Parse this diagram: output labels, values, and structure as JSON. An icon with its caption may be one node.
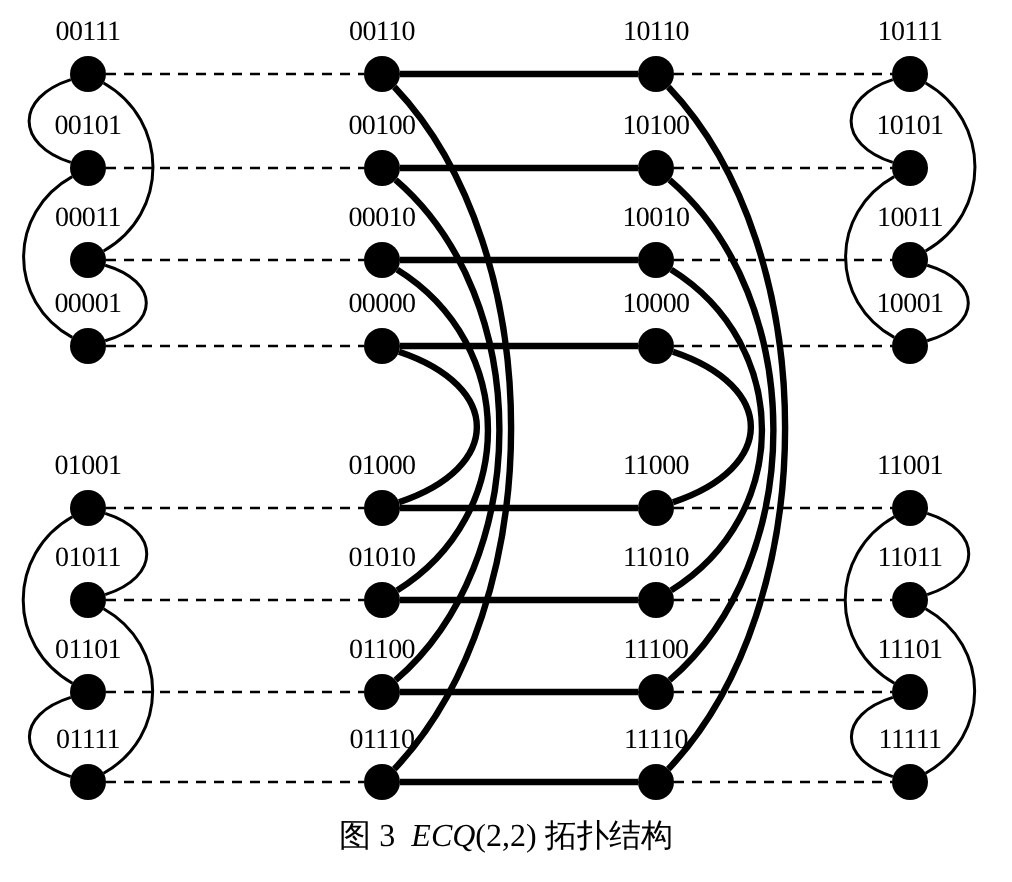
{
  "diagram": {
    "caption": "图 3  *ECQ*(2,2) 拓扑结构",
    "nodes": [
      {
        "text": [
          "00111"
        ]
      },
      {
        "text": [
          "00110"
        ]
      },
      {
        "text": [
          "10110"
        ]
      },
      {
        "text": [
          "10111"
        ]
      },
      {
        "text": [
          "00101"
        ]
      },
      {
        "text": [
          "00100"
        ]
      },
      {
        "text": [
          "10100"
        ]
      },
      {
        "text": [
          "10101"
        ]
      },
      {
        "text": [
          "00011"
        ]
      },
      {
        "text": [
          "00010"
        ]
      },
      {
        "text": [
          "10010"
        ]
      },
      {
        "text": [
          "10011"
        ]
      },
      {
        "text": [
          "00001"
        ]
      },
      {
        "text": [
          "00000"
        ]
      },
      {
        "text": [
          "10000"
        ]
      },
      {
        "text": [
          "10001"
        ]
      },
      {
        "text": [
          "01001"
        ]
      },
      {
        "text": [
          "01000"
        ]
      },
      {
        "text": [
          "11000"
        ]
      },
      {
        "text": [
          "11001"
        ]
      },
      {
        "text": [
          "01011"
        ]
      },
      {
        "text": [
          "01010"
        ]
      },
      {
        "text": [
          "11010"
        ]
      },
      {
        "text": [
          "11011"
        ]
      },
      {
        "text": [
          "01101"
        ]
      },
      {
        "text": [
          "01100"
        ]
      },
      {
        "text": [
          "11100"
        ]
      },
      {
        "text": [
          "11101"
        ]
      },
      {
        "text": [
          "01111"
        ]
      },
      {
        "text": [
          "01110"
        ]
      },
      {
        "text": [
          "11110"
        ]
      },
      {
        "text": [
          "11111"
        ]
      }
    ],
    "edges": [
      {
        "from": 0,
        "to": 1,
        "arrow": "none",
        "style": "dashed"
      },
      {
        "from": 1,
        "to": 2,
        "arrow": "none",
        "style": "thick"
      },
      {
        "from": 2,
        "to": 3,
        "arrow": "none",
        "style": "dashed"
      },
      {
        "from": 4,
        "to": 5,
        "arrow": "none",
        "style": "dashed"
      },
      {
        "from": 5,
        "to": 6,
        "arrow": "none",
        "style": "thick"
      },
      {
        "from": 6,
        "to": 7,
        "arrow": "none",
        "style": "dashed"
      },
      {
        "from": 8,
        "to": 9,
        "arrow": "none",
        "style": "dashed"
      },
      {
        "from": 9,
        "to": 10,
        "arrow": "none",
        "style": "thick"
      },
      {
        "from": 10,
        "to": 11,
        "arrow": "none",
        "style": "dashed"
      },
      {
        "from": 12,
        "to": 13,
        "arrow": "none",
        "style": "dashed"
      },
      {
        "from": 13,
        "to": 14,
        "arrow": "none",
        "style": "thick"
      },
      {
        "from": 14,
        "to": 15,
        "arrow": "none",
        "style": "dashed"
      },
      {
        "from": 16,
        "to": 17,
        "arrow": "none",
        "style": "dashed"
      },
      {
        "from": 17,
        "to": 18,
        "arrow": "none",
        "style": "thick"
      },
      {
        "from": 18,
        "to": 19,
        "arrow": "none",
        "style": "dashed"
      },
      {
        "from": 20,
        "to": 21,
        "arrow": "none",
        "style": "dashed"
      },
      {
        "from": 21,
        "to": 22,
        "arrow": "none",
        "style": "thick"
      },
      {
        "from": 22,
        "to": 23,
        "arrow": "none",
        "style": "dashed"
      },
      {
        "from": 24,
        "to": 25,
        "arrow": "none",
        "style": "dashed"
      },
      {
        "from": 25,
        "to": 26,
        "arrow": "none",
        "style": "thick"
      },
      {
        "from": 26,
        "to": 27,
        "arrow": "none",
        "style": "dashed"
      },
      {
        "from": 28,
        "to": 29,
        "arrow": "none",
        "style": "dashed"
      },
      {
        "from": 29,
        "to": 30,
        "arrow": "none",
        "style": "thick"
      },
      {
        "from": 30,
        "to": 31,
        "arrow": "none",
        "style": "dashed"
      },
      {
        "from": 1,
        "to": 29,
        "arrow": "none",
        "style": "thick"
      },
      {
        "from": 5,
        "to": 25,
        "arrow": "none",
        "style": "thick"
      },
      {
        "from": 9,
        "to": 21,
        "arrow": "none",
        "style": "thick"
      },
      {
        "from": 13,
        "to": 17,
        "arrow": "none",
        "style": "thick"
      },
      {
        "from": 2,
        "to": 30,
        "arrow": "none",
        "style": "thick"
      },
      {
        "from": 6,
        "to": 26,
        "arrow": "none",
        "style": "thick"
      },
      {
        "from": 10,
        "to": 22,
        "arrow": "none",
        "style": "thick"
      },
      {
        "from": 14,
        "to": 18,
        "arrow": "none",
        "style": "thick"
      },
      {
        "from": 0,
        "to": 4,
        "arrow": "none"
      },
      {
        "from": 0,
        "to": 8,
        "arrow": "none"
      },
      {
        "from": 4,
        "to": 12,
        "arrow": "none"
      },
      {
        "from": 8,
        "to": 12,
        "arrow": "none"
      },
      {
        "from": 16,
        "to": 20,
        "arrow": "none"
      },
      {
        "from": 16,
        "to": 24,
        "arrow": "none"
      },
      {
        "from": 20,
        "to": 28,
        "arrow": "none"
      },
      {
        "from": 24,
        "to": 28,
        "arrow": "none"
      },
      {
        "from": 3,
        "to": 7,
        "arrow": "none"
      },
      {
        "from": 3,
        "to": 11,
        "arrow": "none"
      },
      {
        "from": 7,
        "to": 15,
        "arrow": "none"
      },
      {
        "from": 11,
        "to": 15,
        "arrow": "none"
      },
      {
        "from": 19,
        "to": 23,
        "arrow": "none"
      },
      {
        "from": 19,
        "to": 27,
        "arrow": "none"
      },
      {
        "from": 23,
        "to": 31,
        "arrow": "none"
      },
      {
        "from": 27,
        "to": 31,
        "arrow": "none"
      }
    ]
  }
}
